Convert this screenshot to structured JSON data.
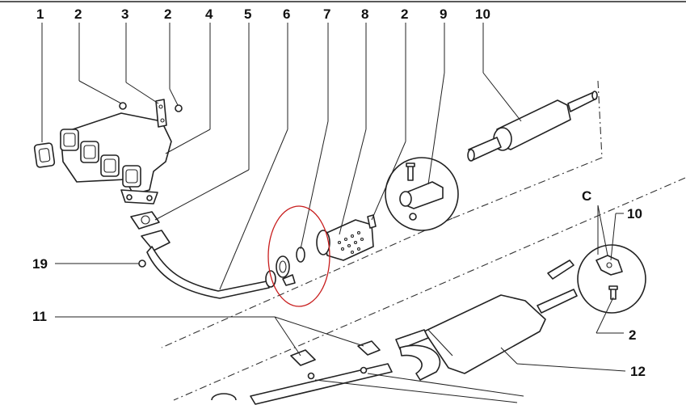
{
  "diagram": {
    "labels": [
      "1",
      "2",
      "3",
      "2",
      "4",
      "5",
      "6",
      "7",
      "8",
      "2",
      "9",
      "10",
      "C",
      "10",
      "2",
      "19",
      "11",
      "12"
    ],
    "highlight_color": "#c81e1e",
    "line_color": "#222222"
  }
}
